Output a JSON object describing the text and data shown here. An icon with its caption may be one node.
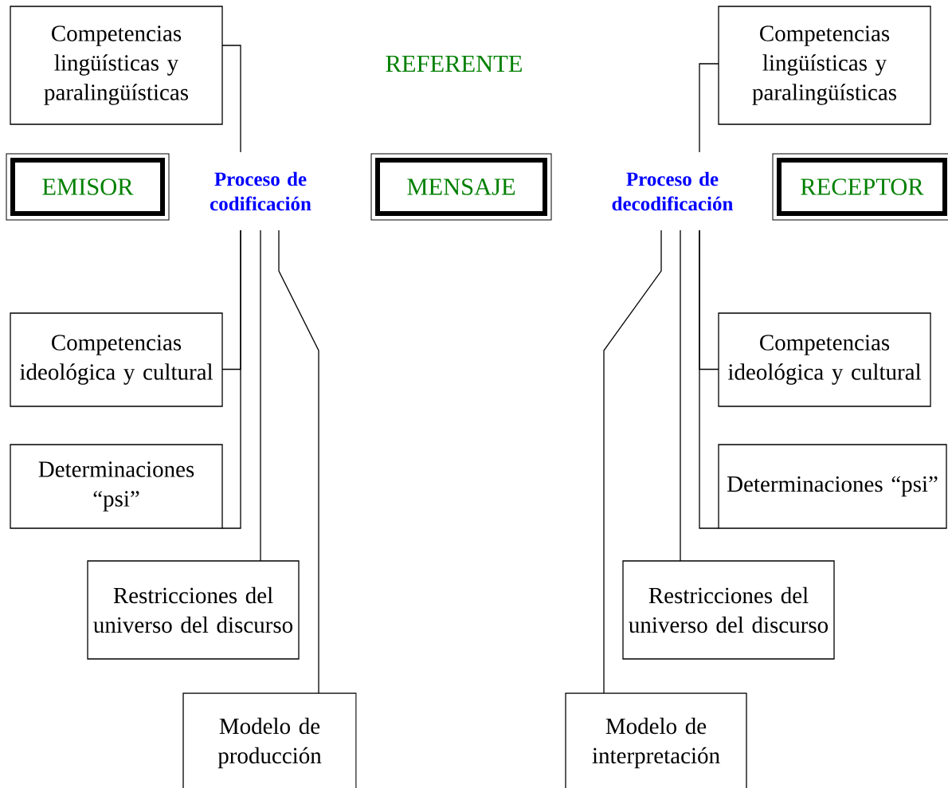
{
  "diagram": {
    "nodes": [
      {
        "text": [
          "Competencias lingüísticas y paralingüísticas"
        ]
      },
      {
        "text": [
          "Competencias lingüísticas y paralingüísticas"
        ]
      },
      {
        "text": [
          "EMISOR"
        ]
      },
      {
        "text": [
          "Proceso de codificación"
        ]
      },
      {
        "text": [
          "MENSAJE"
        ]
      },
      {
        "text": [
          "Proceso de decodificación"
        ]
      },
      {
        "text": [
          "RECEPTOR"
        ]
      },
      {
        "text": [
          "Competencias ideológica y cultural"
        ]
      },
      {
        "text": [
          "Competencias ideológica y cultural"
        ]
      },
      {
        "text": [
          "Determinaciones “psi”"
        ]
      },
      {
        "text": [
          "Determinaciones “psi”"
        ]
      },
      {
        "text": [
          "Restricciones del universo del discurso"
        ]
      },
      {
        "text": [
          "Restricciones del universo del discurso"
        ]
      },
      {
        "text": [
          "Modelo de producción"
        ]
      },
      {
        "text": [
          "Modelo de interpretación"
        ]
      }
    ],
    "edges": [
      {
        "from": 0,
        "to": 3,
        "arrow": "none"
      },
      {
        "from": 7,
        "to": 3,
        "arrow": "none"
      },
      {
        "from": 9,
        "to": 3,
        "arrow": "none"
      },
      {
        "from": 11,
        "to": 3,
        "arrow": "none"
      },
      {
        "from": 13,
        "to": 3,
        "arrow": "none"
      },
      {
        "from": 1,
        "to": 5,
        "arrow": "none"
      },
      {
        "from": 8,
        "to": 5,
        "arrow": "none"
      },
      {
        "from": 10,
        "to": 5,
        "arrow": "none"
      },
      {
        "from": 12,
        "to": 5,
        "arrow": "none"
      },
      {
        "from": 14,
        "to": 5,
        "arrow": "none"
      }
    ],
    "labels": [
      "REFERENTE"
    ]
  }
}
